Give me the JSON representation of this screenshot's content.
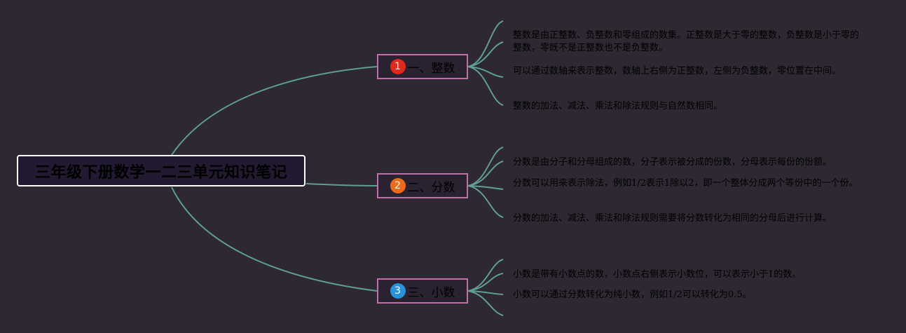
{
  "root": {
    "label": "三年级下册数学一二三单元知识笔记"
  },
  "colors": {
    "line": "#5f9e95",
    "badge1": "#e0281c",
    "badge2": "#ee6a1a",
    "badge3": "#2a92d8"
  },
  "branches": [
    {
      "badge": "1",
      "label": "一、整数",
      "items": [
        "整数是由正整数、负整数和零组成的数集。正整数是大于零的整数，负整数是小于零的整数，零既不是正整数也不是负整数。",
        "可以通过数轴来表示整数，数轴上右侧为正整数，左侧为负整数，零位置在中间。",
        "整数的加法、减法、乘法和除法规则与自然数相同。"
      ]
    },
    {
      "badge": "2",
      "label": "二、分数",
      "items": [
        "分数是由分子和分母组成的数，分子表示被分成的份数，分母表示每份的份额。",
        "分数可以用来表示除法，例如1/2表示1除以2，即一个整体分成两个等份中的一个份。",
        "分数的加法、减法、乘法和除法规则需要将分数转化为相同的分母后进行计算。"
      ]
    },
    {
      "badge": "3",
      "label": "三、小数",
      "items": [
        "小数是带有小数点的数，小数点右侧表示小数位，可以表示小于1的数。",
        "小数可以通过分数转化为纯小数，例如1/2可以转化为0.5。"
      ]
    }
  ]
}
